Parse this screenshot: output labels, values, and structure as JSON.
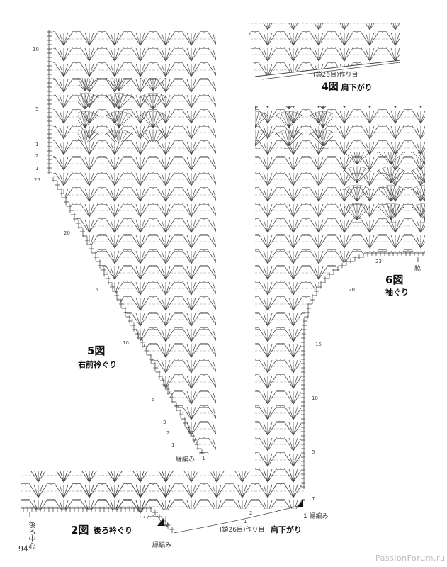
{
  "page_number": "94",
  "watermark": "PassionForum.ru",
  "fig4": {
    "number": "4図",
    "title": "肩下がり",
    "foundation": "(鎖26目)作り目"
  },
  "fig5": {
    "number": "5図",
    "title": "右前衿ぐり",
    "edging": "縁編み",
    "row_markers_top": [
      "10",
      "5",
      "1",
      "2",
      "1"
    ],
    "row_markers_side": [
      "25",
      "20",
      "15",
      "10",
      "5",
      "3",
      "2",
      "1",
      "1"
    ]
  },
  "fig6": {
    "number": "6図",
    "title": "袖ぐり",
    "side_label": "脇",
    "row_markers": [
      "23",
      "20",
      "15",
      "10",
      "5",
      "1"
    ]
  },
  "fig2": {
    "number": "2図",
    "title": "後ろ衿ぐり",
    "center_label": "後ろ中心",
    "foundation": "(鎖26目)作り目",
    "shoulder": "肩下がり",
    "edging": "縁編み",
    "edging_right": "1 縁編み",
    "row_markers": [
      "2",
      "1",
      "1"
    ]
  }
}
